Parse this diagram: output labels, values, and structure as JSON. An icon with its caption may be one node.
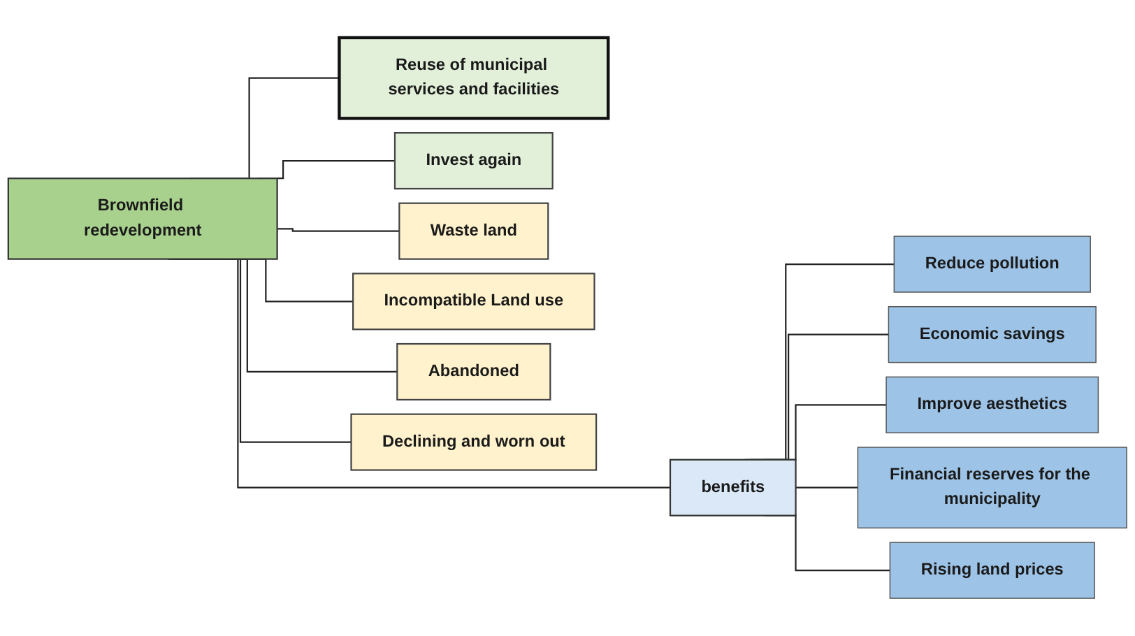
{
  "diagram": {
    "nodes": [
      {
        "text": [
          "Brownfield redevelopment"
        ]
      },
      {
        "text": [
          "benefits"
        ]
      },
      {
        "text": [
          "Reduce pollution"
        ]
      },
      {
        "text": [
          "Economic savings"
        ]
      },
      {
        "text": [
          "Improve aesthetics"
        ]
      },
      {
        "text": [
          "Financial reserves for the municipality"
        ]
      },
      {
        "text": [
          "Rising land prices"
        ]
      },
      {
        "text": [
          "Reuse of municipal services and facilities"
        ]
      },
      {
        "text": [
          "Invest again"
        ]
      },
      {
        "text": [
          "Waste land"
        ]
      },
      {
        "text": [
          "Incompatible Land use"
        ]
      },
      {
        "text": [
          "Abandoned"
        ]
      },
      {
        "text": [
          "Declining and worn out"
        ]
      }
    ],
    "edges": [
      {
        "from": 0,
        "to": 1,
        "arrow": "none"
      },
      {
        "from": 1,
        "to": 2,
        "arrow": "none"
      },
      {
        "from": 1,
        "to": 3,
        "arrow": "none"
      },
      {
        "from": 1,
        "to": 4,
        "arrow": "none"
      },
      {
        "from": 1,
        "to": 5,
        "arrow": "none"
      },
      {
        "from": 1,
        "to": 6,
        "arrow": "none"
      },
      {
        "from": 0,
        "to": 7,
        "arrow": "none"
      },
      {
        "from": 0,
        "to": 8,
        "arrow": "none"
      },
      {
        "from": 0,
        "to": 9,
        "arrow": "none"
      },
      {
        "from": 0,
        "to": 10,
        "arrow": "none"
      },
      {
        "from": 0,
        "to": 11,
        "arrow": "none"
      },
      {
        "from": 0,
        "to": 12,
        "arrow": "none"
      }
    ]
  }
}
